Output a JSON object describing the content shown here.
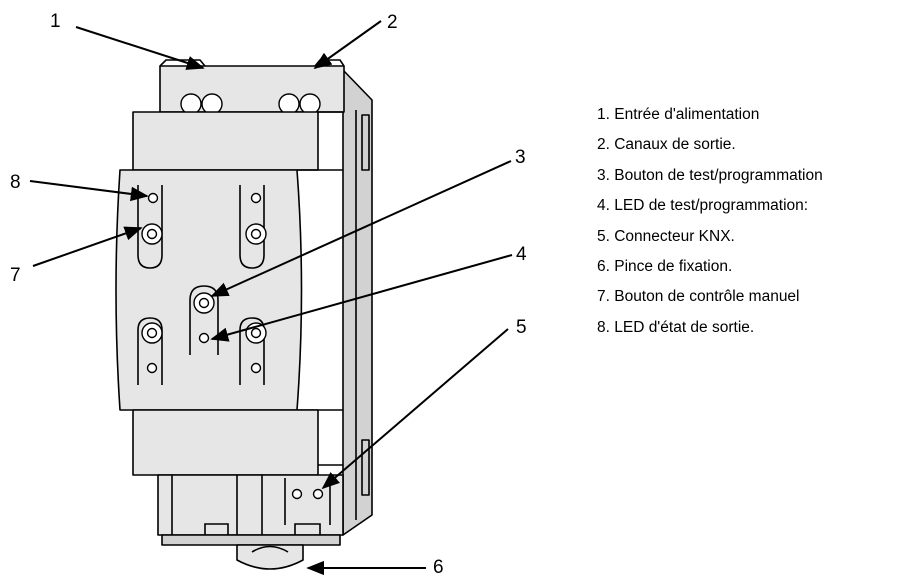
{
  "callouts": {
    "c1": "1",
    "c2": "2",
    "c3": "3",
    "c4": "4",
    "c5": "5",
    "c6": "6",
    "c7": "7",
    "c8": "8"
  },
  "legend": [
    "1. Entrée d'alimentation",
    "2. Canaux de sortie.",
    "3. Bouton de test/programmation",
    "4. LED de test/programmation:",
    "5. Connecteur KNX.",
    "6. Pince de fixation.",
    "7. Bouton de contrôle manuel",
    "8. LED d'état de sortie."
  ]
}
